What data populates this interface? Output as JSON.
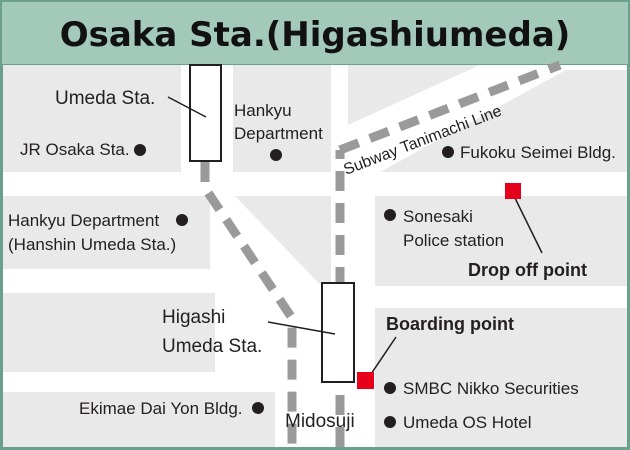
{
  "title": "Osaka Sta.(Higashiumeda)",
  "colors": {
    "header_bg": "#a3c9bb",
    "frame": "#6ba08c",
    "block": "#e9e9e9",
    "road": "#ffffff",
    "rail": "#9a9a9a",
    "marker": "#e6001a",
    "text": "#231f20"
  },
  "labels": {
    "umeda_sta": "Umeda Sta.",
    "hankyu_dept_1": "Hankyu",
    "hankyu_dept_2": "Department",
    "jr_osaka": "JR Osaka Sta.",
    "subway_line": "Subway Tanimachi Line",
    "fukoku": "Fukoku Seimei Bldg.",
    "hankyu_dept_b1": "Hankyu Department",
    "hankyu_dept_b2": "(Hanshin Umeda Sta.)",
    "sonesaki_1": "Sonesaki",
    "sonesaki_2": "Police station",
    "drop_off": "Drop off point",
    "higashi_1": "Higashi",
    "higashi_2": "Umeda Sta.",
    "boarding": "Boarding point",
    "smbc": "SMBC Nikko Securities",
    "ekimae": "Ekimae Dai Yon Bldg.",
    "midosuji": "Midosuji",
    "os_hotel": "Umeda OS Hotel"
  }
}
